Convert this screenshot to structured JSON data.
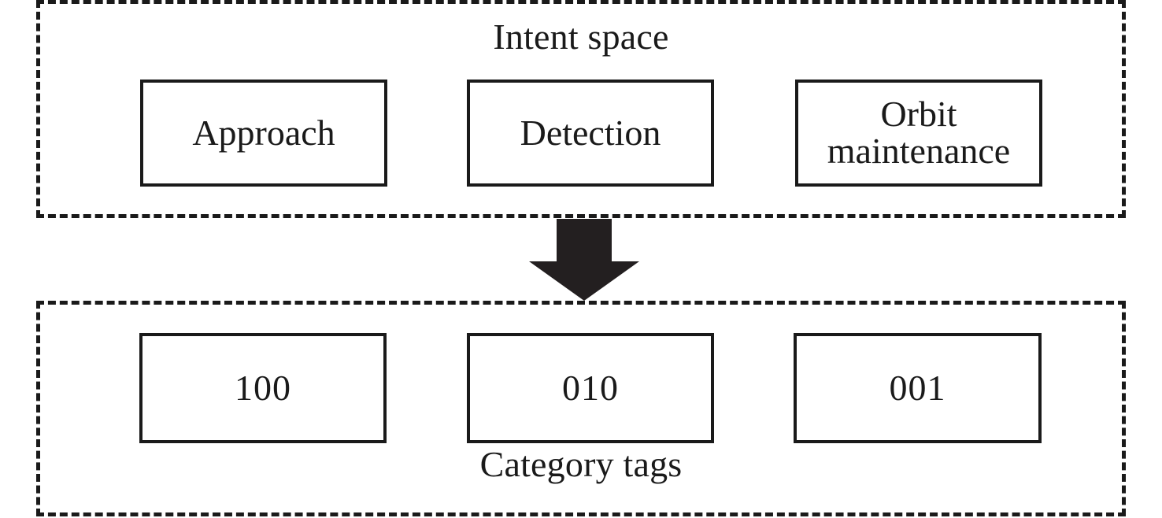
{
  "diagram": {
    "title": "Intent space to Category tags mapping",
    "colors": {
      "ink": "#1a1a1a",
      "background": "#ffffff",
      "panel_border": "#1a1a1a",
      "box_border": "#1a1a1a",
      "arrow_fill": "#231f20"
    },
    "panels": [
      {
        "id": "intent-space",
        "caption": "Intent space",
        "caption_position": "top",
        "border_style": "dashed",
        "items": [
          {
            "id": "approach",
            "label": "Approach",
            "lines": [
              "Approach"
            ]
          },
          {
            "id": "detection",
            "label": "Detection",
            "lines": [
              "Detection"
            ]
          },
          {
            "id": "orbit-maintenance",
            "label": "Orbit maintenance",
            "lines": [
              "Orbit",
              "maintenance"
            ]
          }
        ]
      },
      {
        "id": "category-tags",
        "caption": "Category tags",
        "caption_position": "bottom",
        "border_style": "dashed",
        "items": [
          {
            "id": "tag-100",
            "label": "100"
          },
          {
            "id": "tag-010",
            "label": "010"
          },
          {
            "id": "tag-001",
            "label": "001"
          }
        ]
      }
    ],
    "connector": {
      "id": "down-arrow",
      "icon": "arrow-down-icon",
      "direction": "down",
      "from": "intent-space",
      "to": "category-tags",
      "style": "solid-block"
    }
  }
}
